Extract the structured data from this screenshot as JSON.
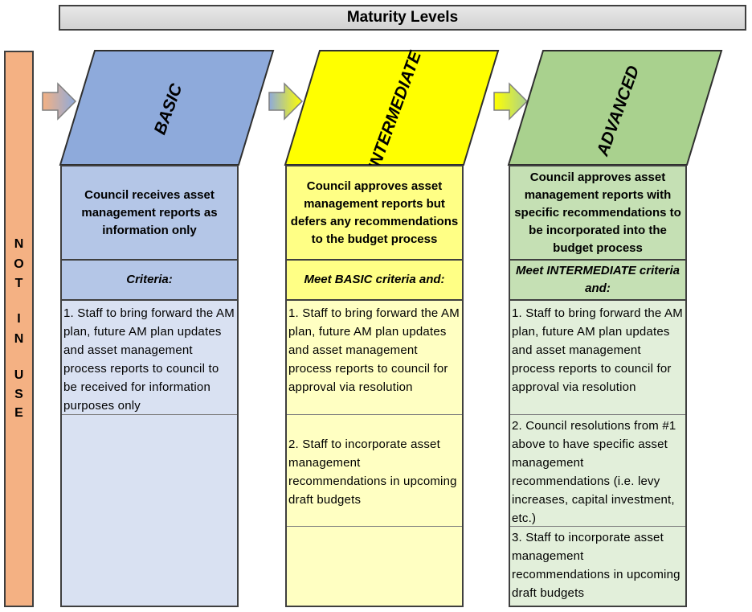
{
  "header": {
    "title": "Maturity Levels"
  },
  "not_in_use": {
    "letters": [
      "N",
      "O",
      "T",
      "I",
      "N",
      "U",
      "S",
      "E"
    ]
  },
  "colors": {
    "basic": "#8eaadb",
    "basic_light": "#d9e1f2",
    "intermediate": "#ffff00",
    "intermediate_light": "#ffffc2",
    "advanced": "#a9d18e",
    "advanced_light": "#e2efda",
    "not_in_use": "#f4b183"
  },
  "levels": [
    {
      "name": "BASIC",
      "description": "Council receives asset management reports as information only",
      "criteria": "Criteria:",
      "items": [
        "1.  Staff to bring forward the AM plan, future AM plan updates and asset management process reports to council to be received for information purposes only"
      ]
    },
    {
      "name": "INTERMEDIATE",
      "description": "Council approves asset management reports but defers any recommendations to the budget process",
      "criteria": "Meet BASIC criteria and:",
      "items": [
        "1.  Staff to bring forward the AM plan, future AM plan updates and asset management process reports to council for approval via resolution",
        "2.  Staff to incorporate asset management recommendations in upcoming draft budgets"
      ]
    },
    {
      "name": "ADVANCED",
      "description": "Council approves asset management reports with specific recommendations to be incorporated into the budget process",
      "criteria": "Meet INTERMEDIATE criteria and:",
      "items": [
        "1.  Staff to bring forward the AM plan, future AM plan updates and asset management process reports to council for approval via resolution",
        "2.  Council resolutions from #1 above to have specific asset management recommendations (i.e. levy increases, capital investment, etc.)",
        "3.  Staff to incorporate asset management recommendations in upcoming draft budgets"
      ]
    }
  ]
}
